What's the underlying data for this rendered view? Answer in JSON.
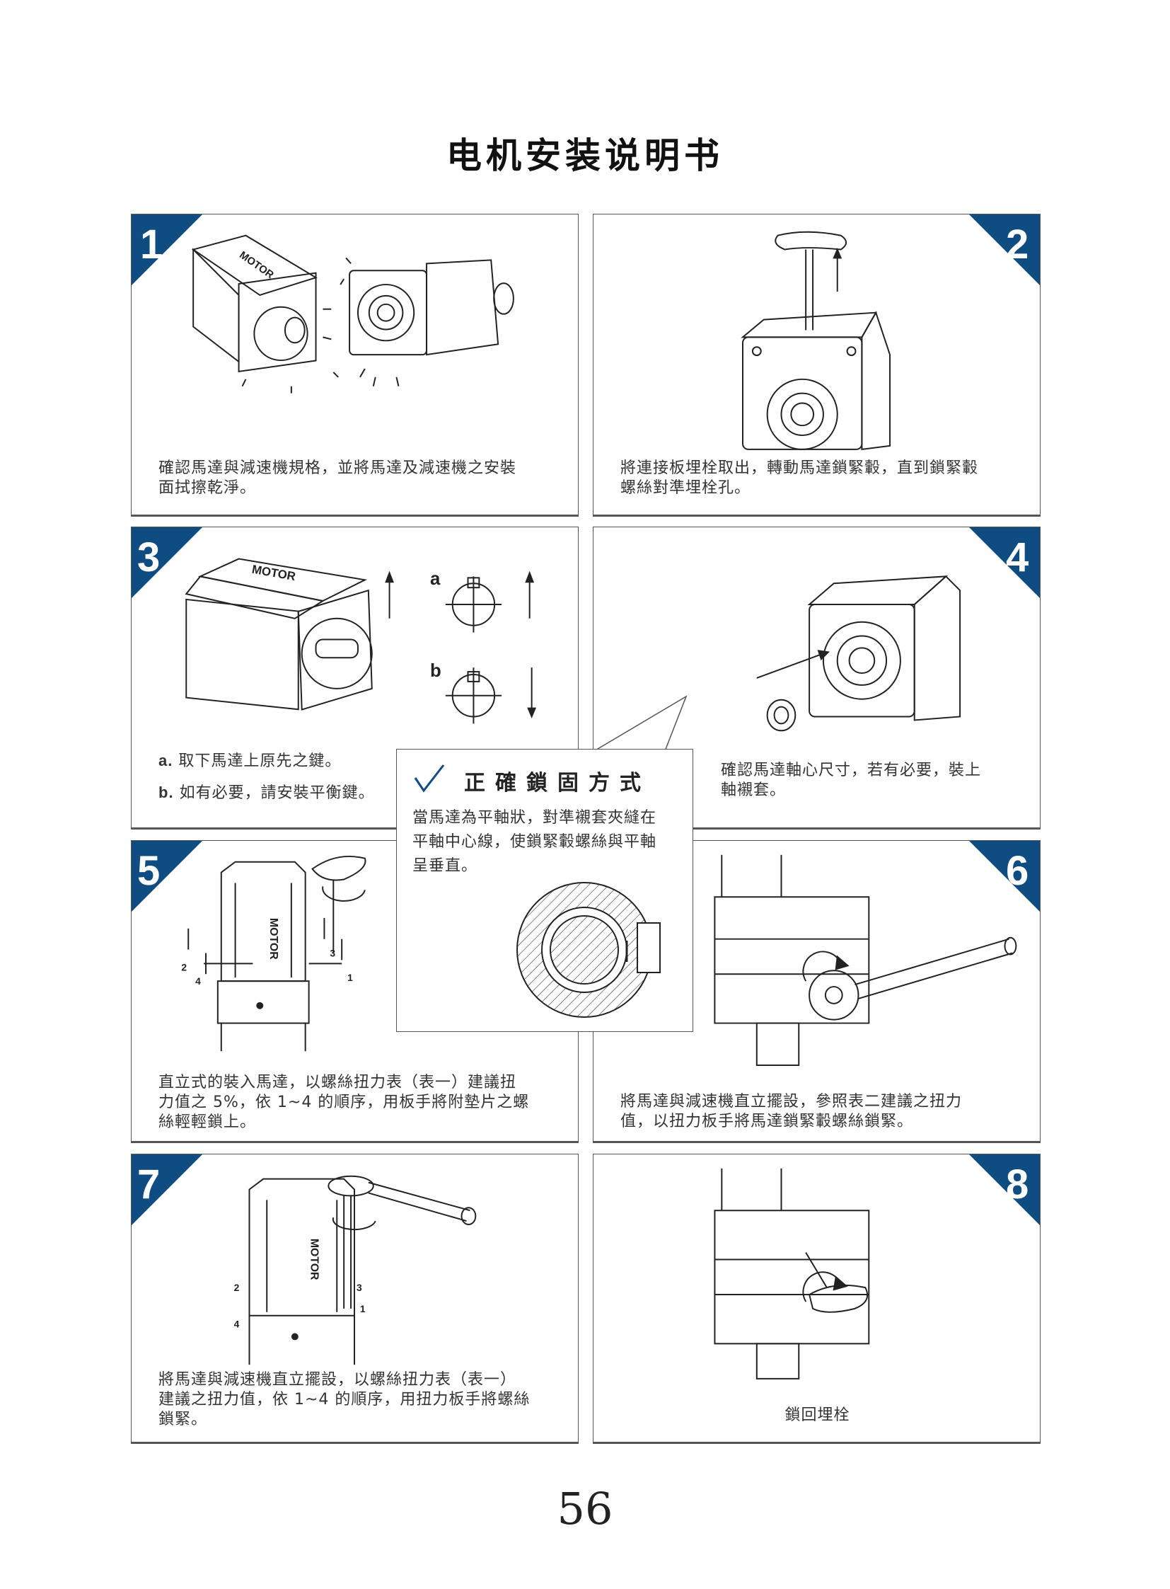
{
  "title": "电机安装说明书",
  "brand_color": "#0f4c81",
  "motor_label": "MOTOR",
  "steps": [
    {
      "number": "1",
      "text_lines": [
        "確認馬達與減速機規格，並將馬達及減速機之安裝",
        "面拭擦乾淨。"
      ]
    },
    {
      "number": "2",
      "text_lines": [
        "將連接板埋栓取出，轉動馬達鎖緊轂，直到鎖緊轂",
        "螺絲對準埋栓孔。"
      ]
    },
    {
      "number": "3",
      "label_a": "a",
      "label_b": "b",
      "item_a_prefix": "a.",
      "item_a": "取下馬達上原先之鍵。",
      "item_b_prefix": "b.",
      "item_b": "如有必要，請安裝平衡鍵。"
    },
    {
      "number": "4",
      "text_lines": [
        "確認馬達軸心尺寸，若有必要，裝上",
        "軸襯套。"
      ]
    },
    {
      "number": "5",
      "text_lines": [
        "直立式的裝入馬達，以螺絲扭力表（表一）建議扭",
        "力值之 5%，依 1~4 的順序，用板手將附墊片之螺",
        "絲輕輕鎖上。"
      ],
      "screw_labels": [
        "1",
        "2",
        "3",
        "4"
      ]
    },
    {
      "number": "6",
      "text_lines": [
        "將馬達與減速機直立擺設，參照表二建議之扭力",
        "值，以扭力板手將馬達鎖緊轂螺絲鎖緊。"
      ]
    },
    {
      "number": "7",
      "text_lines": [
        "將馬達與減速機直立擺設，以螺絲扭力表（表一）",
        "建議之扭力值，依 1~4 的順序，用扭力板手將螺絲",
        "鎖緊。"
      ],
      "screw_labels": [
        "1",
        "2",
        "3",
        "4"
      ]
    },
    {
      "number": "8",
      "text_lines": [
        "鎖回埋栓"
      ]
    }
  ],
  "callout": {
    "title": "正確鎖固方式",
    "body_lines": [
      "當馬達為平軸狀，對準襯套夾縫在",
      "平軸中心線，使鎖緊轂螺絲與平軸",
      "呈垂直。"
    ]
  },
  "page_number": "56"
}
